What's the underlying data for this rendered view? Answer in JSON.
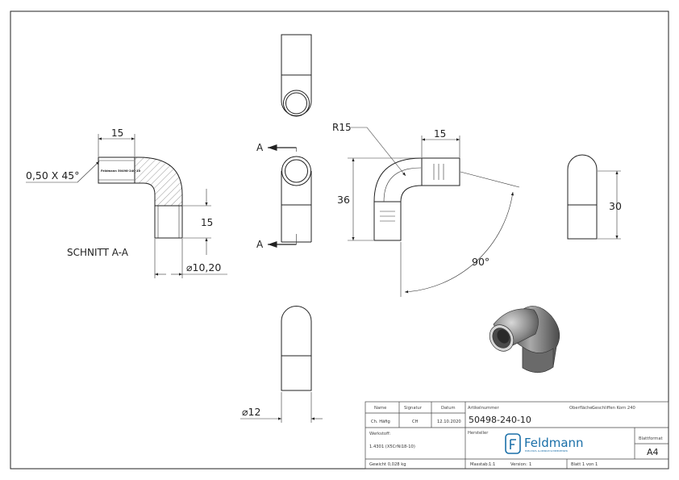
{
  "drawing": {
    "section_label": "SCHNITT A-A",
    "section_marker": "A",
    "dims": {
      "chamfer": "0,50 X 45°",
      "len_top": "15",
      "len_side": "15",
      "diameter_inner": "⌀10,20",
      "radius": "R15",
      "len_top_front": "15",
      "height": "36",
      "angle": "90°",
      "height_side": "30",
      "diameter_bottom": "⌀12"
    },
    "engraving": "Feldmann 50498-240-10"
  },
  "title_block": {
    "col_name": "Name",
    "col_signatur": "Signatur",
    "col_datum": "Datum",
    "name_value": "Ch. Häfig",
    "signatur_value": "CH",
    "datum_value": "12.10.2020",
    "artikelnummer_label": "Artikelnummer",
    "artikelnummer_value": "50498-240-10",
    "oberflaeche_label": "Oberfläche:",
    "oberflaeche_value": "Geschliffen Korn 240",
    "werkstoff_label": "Werkstoff:",
    "werkstoff_value": "1.4301 (X5CrNi18-10)",
    "hersteller_label": "Hersteller",
    "logo_text": "Feldmann",
    "logo_tagline": "EDELSTAHL ALUMINIUM SCHMIEDEEISEN",
    "blattformat_label": "Blattformat",
    "blattformat_value": "A4",
    "gewicht": "Gewicht 0,028 kg",
    "massstab_label": "Masstab:",
    "massstab_value": "1:1",
    "version_label": "Version:",
    "version_value": "1",
    "blatt": "Blatt 1 von 1"
  },
  "colors": {
    "line": "#222222",
    "hatch": "#555555",
    "logo": "#1a6fa8",
    "metal_dark": "#5a5a5a",
    "metal_light": "#bdbdbd"
  }
}
